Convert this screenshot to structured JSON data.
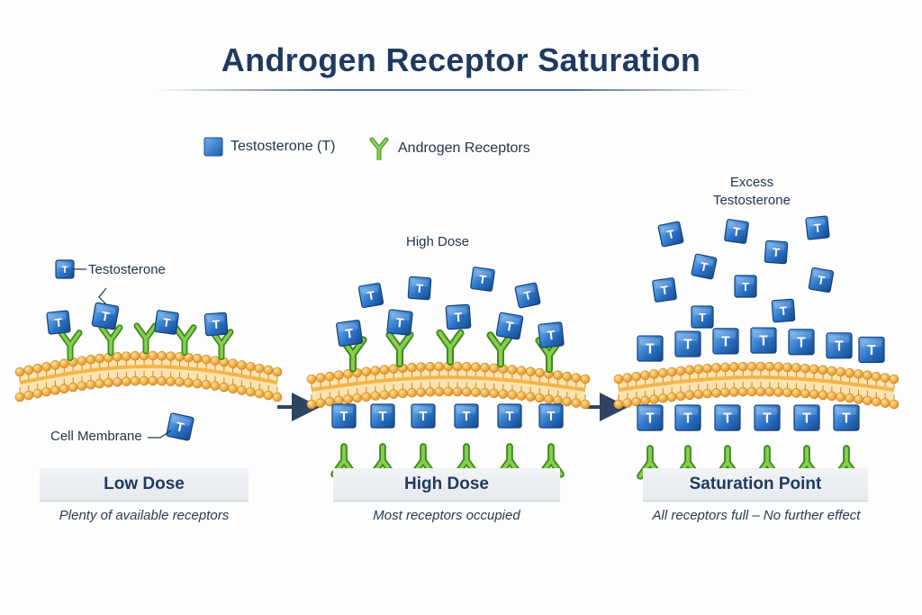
{
  "title": "Androgen Receptor Saturation",
  "legend": {
    "testosterone": "Testosterone  (T)",
    "receptors": "Androgen Receptors"
  },
  "molecule_letter": "T",
  "colors": {
    "testosterone": "#2b73c7",
    "receptor": "#6cb83c",
    "membrane": "#f0a73a",
    "title": "#1f3a5f"
  },
  "panels": {
    "low": {
      "header": "Low Dose",
      "subtitle": "Plenty of available receptors",
      "testosterone_label": "Testosterone",
      "membrane_label": "Cell Membrane"
    },
    "high": {
      "top_label": "High Dose",
      "header": "High Dose",
      "subtitle": "Most receptors occupied"
    },
    "saturation": {
      "top_label_line1": "Excess",
      "top_label_line2": "Testosterone",
      "header": "Saturation Point",
      "subtitle": "All receptors full – No further effect"
    }
  }
}
